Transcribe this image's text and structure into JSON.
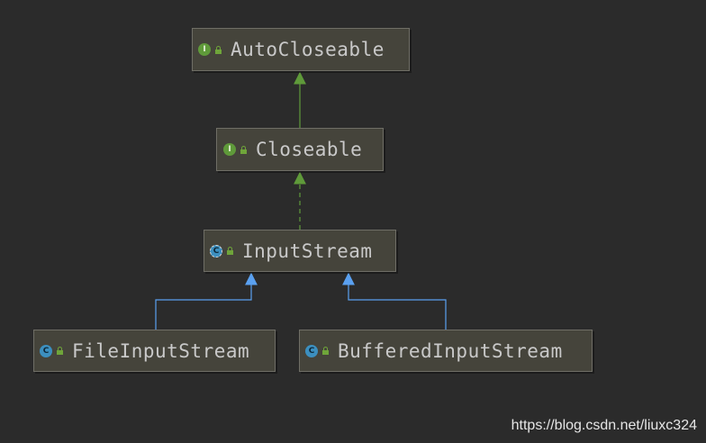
{
  "nodes": [
    {
      "id": "autocloseable",
      "label": "AutoCloseable",
      "kind": "interface",
      "icon_letter": "I"
    },
    {
      "id": "closeable",
      "label": "Closeable",
      "kind": "interface",
      "icon_letter": "I"
    },
    {
      "id": "inputstream",
      "label": "InputStream",
      "kind": "abstract-class",
      "icon_letter": "C"
    },
    {
      "id": "fileinputstream",
      "label": "FileInputStream",
      "kind": "class",
      "icon_letter": "C"
    },
    {
      "id": "bufferedinputstream",
      "label": "BufferedInputStream",
      "kind": "class",
      "icon_letter": "C"
    }
  ],
  "edges": [
    {
      "from": "closeable",
      "to": "autocloseable",
      "type": "extends"
    },
    {
      "from": "inputstream",
      "to": "closeable",
      "type": "implements"
    },
    {
      "from": "fileinputstream",
      "to": "inputstream",
      "type": "extends"
    },
    {
      "from": "bufferedinputstream",
      "to": "inputstream",
      "type": "extends"
    }
  ],
  "colors": {
    "background": "#2b2b2b",
    "interface_edge": "#5f9a3a",
    "class_edge": "#5aa0f0",
    "node_fill": "#45443b",
    "label": "#c9c9c9"
  },
  "watermark": "https://blog.csdn.net/liuxc324"
}
